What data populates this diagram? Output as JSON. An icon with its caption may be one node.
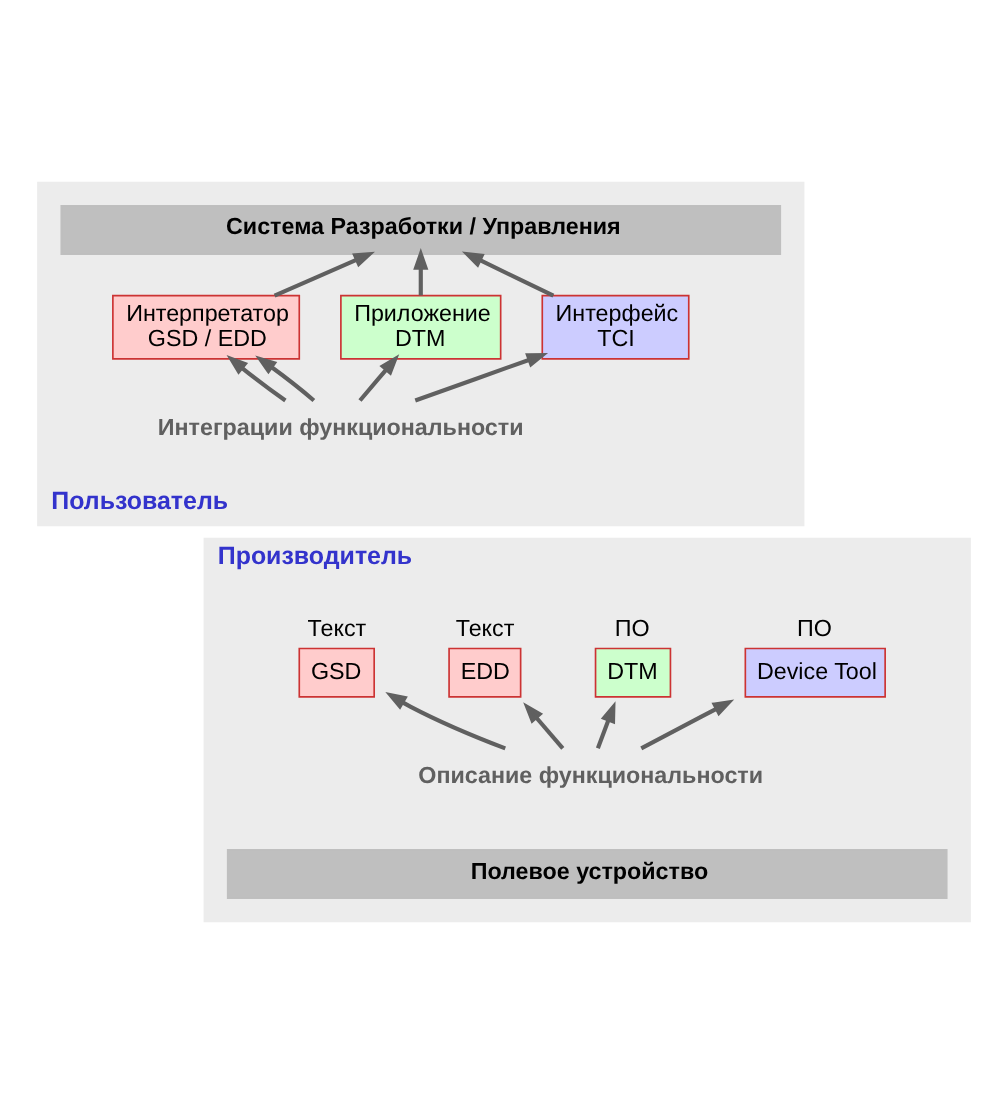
{
  "diagram": {
    "nodes": [
      {
        "text": [
          "Пользователь"
        ]
      },
      {
        "text": [
          "Система Разработки / Управления"
        ],
        "in": 0
      },
      {
        "text": [
          "Интерпретатор GSD / EDD"
        ],
        "in": 0
      },
      {
        "text": [
          "Приложение DTM"
        ],
        "in": 0
      },
      {
        "text": [
          "Интерфейс TCI"
        ],
        "in": 0
      },
      {
        "text": [
          "Интеграции функциональности"
        ],
        "in": 0
      },
      {
        "text": [
          "Производитель"
        ]
      },
      {
        "text": [
          "GSD"
        ],
        "beside": [
          "Текст"
        ],
        "in": 6
      },
      {
        "text": [
          "EDD"
        ],
        "beside": [
          "Текст"
        ],
        "in": 6
      },
      {
        "text": [
          "DTM"
        ],
        "beside": [
          "ПО"
        ],
        "in": 6
      },
      {
        "text": [
          "Device Tool"
        ],
        "beside": [
          "ПО"
        ],
        "in": 6
      },
      {
        "text": [
          "Описание функциональности"
        ],
        "in": 6
      },
      {
        "text": [
          "Полевое устройство"
        ],
        "in": 6
      }
    ],
    "edges": [
      {
        "from": 2,
        "to": 1,
        "arrow": "to"
      },
      {
        "from": 3,
        "to": 1,
        "arrow": "to"
      },
      {
        "from": 4,
        "to": 1,
        "arrow": "to"
      },
      {
        "from": 5,
        "to": 2,
        "arrow": "to"
      },
      {
        "from": 5,
        "to": 2,
        "arrow": "to"
      },
      {
        "from": 5,
        "to": 3,
        "arrow": "to"
      },
      {
        "from": 5,
        "to": 4,
        "arrow": "to"
      },
      {
        "from": 11,
        "to": 7,
        "arrow": "to"
      },
      {
        "from": 11,
        "to": 8,
        "arrow": "to"
      },
      {
        "from": 11,
        "to": 9,
        "arrow": "to"
      },
      {
        "from": 11,
        "to": 10,
        "arrow": "to"
      }
    ]
  }
}
